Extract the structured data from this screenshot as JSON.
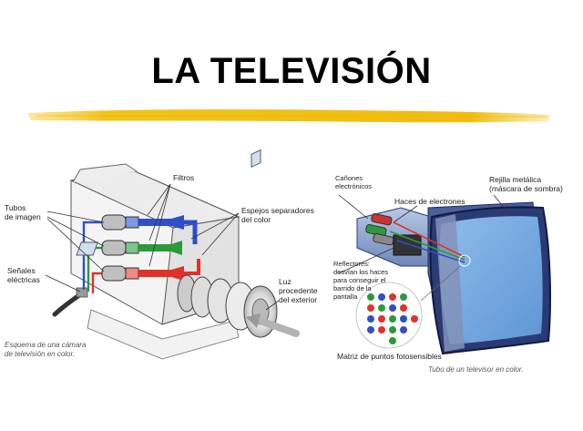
{
  "title": "LA TELEVISIÓN",
  "colors": {
    "underline_brush": "#f2c21b",
    "screen_blue": "#6ea6de",
    "tube_frame": "#2a3a74",
    "red": "#e0312a",
    "green": "#2c9a3a",
    "blue": "#2f4fc8",
    "body_gray": "#e8e8e8"
  },
  "camera": {
    "label_filtros": "Filtros",
    "label_tubos": [
      "Tubos",
      "de imagen"
    ],
    "label_espejos": [
      "Espejos separadores",
      "del color"
    ],
    "label_senales": [
      "Señales",
      "eléctricas"
    ],
    "label_luz": [
      "Luz",
      "procedente",
      "del exterior"
    ],
    "caption": [
      "Esquema de una cámara",
      "de televisión en color."
    ]
  },
  "tv_tube": {
    "label_canones": [
      "Cañones",
      "electrónicos"
    ],
    "label_haces": "Haces de electrones",
    "label_rejilla": [
      "Rejilla metálica",
      "(máscara de sombra)"
    ],
    "label_reflectores": [
      "Reflectores:",
      "desvían los haces",
      "para conseguir el",
      "barrido de la",
      "pantalla"
    ],
    "label_matriz": "Matriz de puntos fotosensibles",
    "caption": "Tubo de un televisor en color."
  }
}
